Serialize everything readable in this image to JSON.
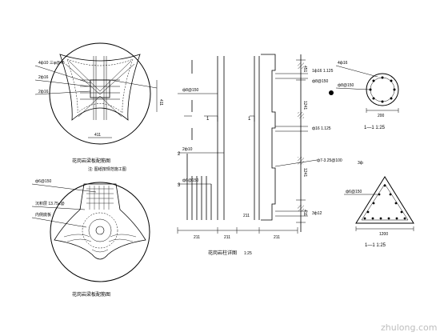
{
  "drawing": {
    "plan_top": {
      "title": "花岗岩梁板配筋图",
      "callouts": [
        "4ф10  三φ@45",
        "2ф16",
        "2ф16"
      ],
      "dim_right": "411",
      "dim_bottom": "411"
    },
    "plan_bottom": {
      "title": "花岗岩梁板配筋图",
      "note": "注: 图纸按规范施工图",
      "callouts": [
        "ф6@150",
        "沉积层 13.75≤@",
        "内侧底板"
      ]
    },
    "elevation": {
      "title": "花岗岩柱详图",
      "scale": "1:25",
      "left_labels": [
        "ф8@150",
        "2ф10",
        "ф6@150"
      ],
      "section_marks": [
        "1",
        "1"
      ],
      "dims_bottom": [
        "211",
        "211",
        "211",
        "211"
      ],
      "right_labels": [
        "1ф16  1.125",
        "ф8@150",
        "ф16 1.125",
        "ф7-3.25@100",
        "3ф12"
      ],
      "right_dims": [
        "451",
        "1241",
        "1241",
        "411"
      ]
    },
    "section_circle": {
      "label": "1—1  1:25",
      "callouts": [
        "4ф16",
        "ф8@150"
      ],
      "dim": "200"
    },
    "section_triangle": {
      "label": "1—1  1:25",
      "callout": "ф6@150",
      "side": "3ф",
      "dim": "1200"
    },
    "watermark": "zhulong.com"
  }
}
